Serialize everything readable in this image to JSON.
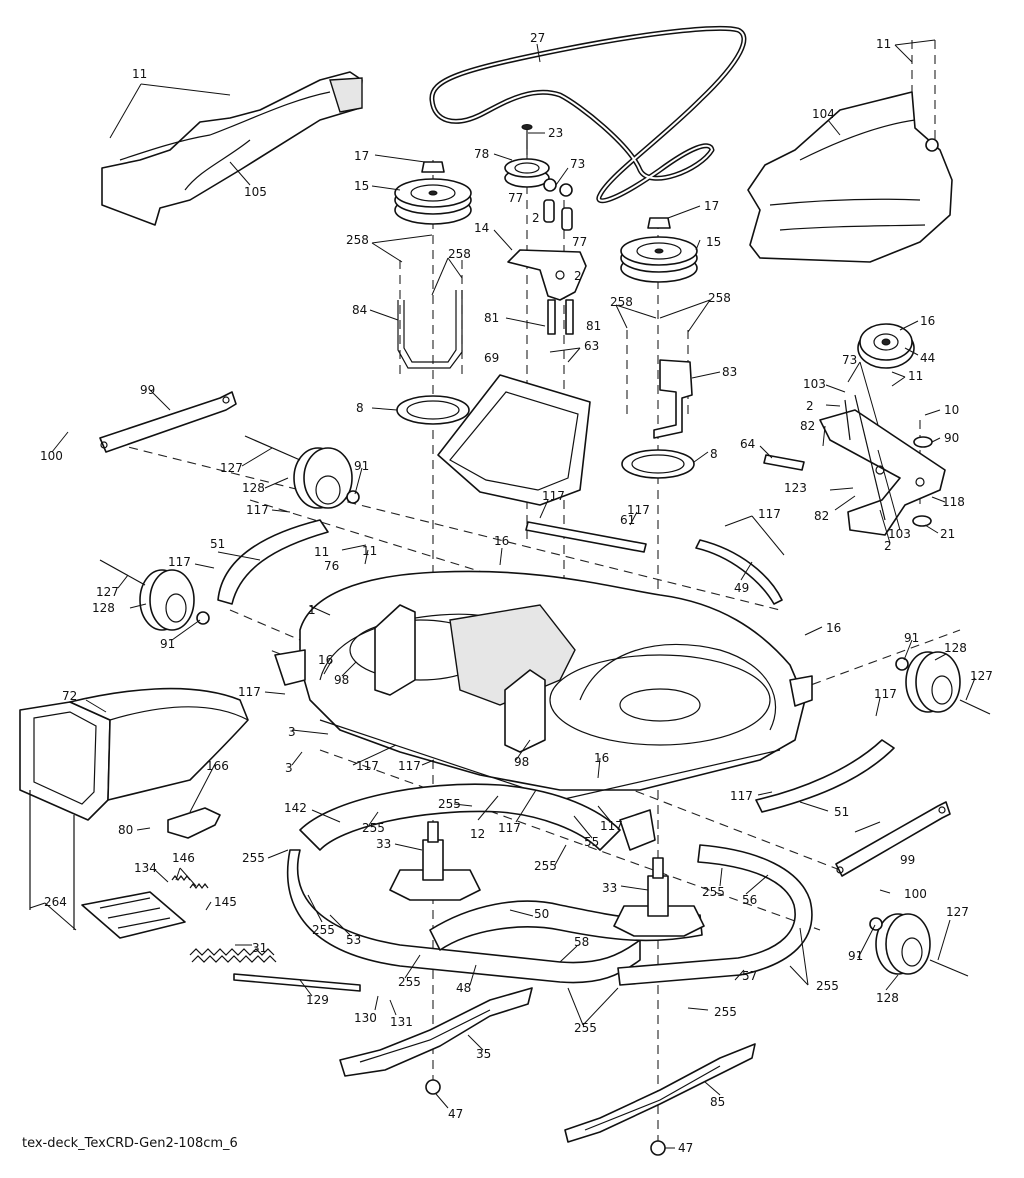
{
  "diagram": {
    "caption": "tex-deck_TexCRD-Gen2-108cm_6",
    "callouts": [
      "27",
      "11",
      "23",
      "73",
      "78",
      "104",
      "105",
      "17",
      "15",
      "77",
      "2",
      "14",
      "258",
      "16",
      "84",
      "81",
      "63",
      "69",
      "83",
      "44",
      "99",
      "103",
      "10",
      "8",
      "82",
      "64",
      "90",
      "100",
      "127",
      "91",
      "128",
      "123",
      "118",
      "21",
      "117",
      "61",
      "51",
      "76",
      "49",
      "1",
      "98",
      "3",
      "72",
      "12",
      "55",
      "166",
      "142",
      "255",
      "80",
      "33",
      "134",
      "146",
      "145",
      "56",
      "264",
      "31",
      "53",
      "50",
      "58",
      "48",
      "129",
      "130",
      "131",
      "57",
      "35",
      "85",
      "47"
    ]
  }
}
